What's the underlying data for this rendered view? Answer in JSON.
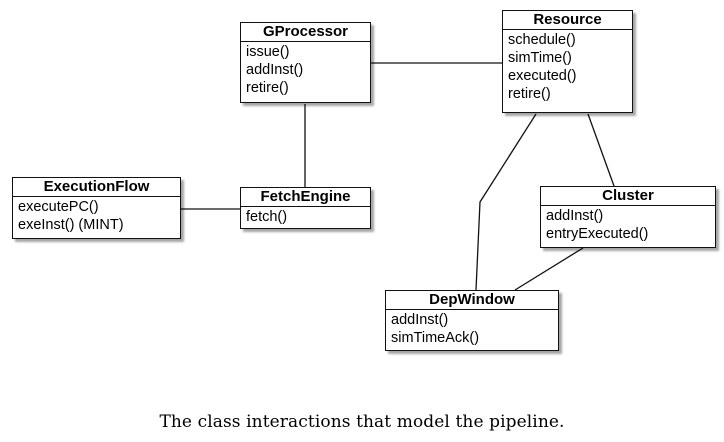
{
  "classes": [
    {
      "id": "gprocessor",
      "name": "GProcessor",
      "operations": [
        "issue()",
        "addInst()",
        "retire()"
      ]
    },
    {
      "id": "resource",
      "name": "Resource",
      "operations": [
        "schedule()",
        "simTime()",
        "executed()",
        "retire()"
      ]
    },
    {
      "id": "executionflow",
      "name": "ExecutionFlow",
      "operations": [
        "executePC()",
        "exeInst() (MINT)"
      ]
    },
    {
      "id": "fetchengine",
      "name": "FetchEngine",
      "operations": [
        "fetch()"
      ]
    },
    {
      "id": "cluster",
      "name": "Cluster",
      "operations": [
        "addInst()",
        "entryExecuted()"
      ]
    },
    {
      "id": "depwindow",
      "name": "DepWindow",
      "operations": [
        "addInst()",
        "simTimeAck()"
      ]
    }
  ],
  "associations": [
    {
      "from": "GProcessor",
      "to": "Resource"
    },
    {
      "from": "GProcessor",
      "to": "FetchEngine"
    },
    {
      "from": "ExecutionFlow",
      "to": "FetchEngine"
    },
    {
      "from": "Resource",
      "to": "DepWindow"
    },
    {
      "from": "Resource",
      "to": "Cluster"
    },
    {
      "from": "Cluster",
      "to": "DepWindow"
    }
  ],
  "caption": "The class interactions that model the pipeline."
}
